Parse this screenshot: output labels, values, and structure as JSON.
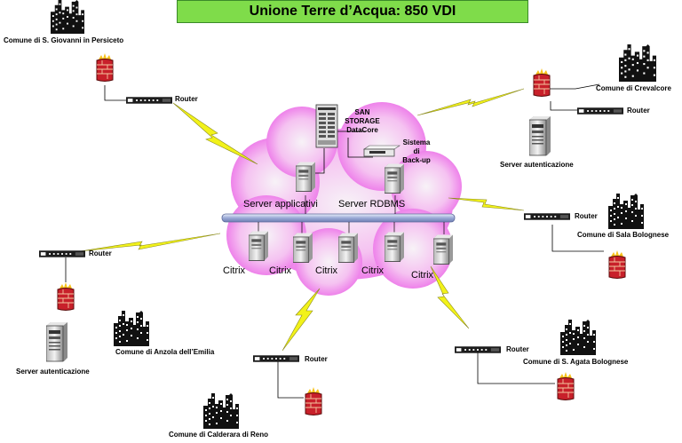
{
  "title": "Unione Terre d’Acqua: 850 VDI",
  "colors": {
    "title_bg": "#7fdc4a",
    "cloud": "#f06ef0",
    "lightning": "#f2f21a",
    "firewall": "#c8202a",
    "bus": "#b9c6e6"
  },
  "sites": {
    "persiceto": {
      "name": "Comune di S. Giovanni in Persiceto",
      "router": "Router"
    },
    "crevalcore": {
      "name": "Comune di Crevalcore",
      "router": "Router",
      "server": "Server autenticazione"
    },
    "sala": {
      "name": "Comune di Sala Bolognese",
      "router": "Router"
    },
    "anzola": {
      "name": "Comune di Anzola dell’Emilia",
      "router": "Router",
      "server": "Server autenticazione"
    },
    "calderara": {
      "name": "Comune di Calderara di Reno",
      "router": "Router"
    },
    "agata": {
      "name": "Comune di S. Agata Bolognese",
      "router": "Router"
    }
  },
  "datacenter": {
    "san_storage": [
      "SAN",
      "STORAGE",
      "DataCore"
    ],
    "backup": [
      "Sistema",
      "di",
      "Back-up"
    ],
    "server_app": "Server applicativi",
    "server_rdbms": "Server RDBMS",
    "citrix": [
      "Citrix",
      "Citrix",
      "Citrix",
      "Citrix",
      "Citrix"
    ]
  },
  "icons": [
    "building-icon",
    "firewall-icon",
    "router-icon",
    "server-tower-icon",
    "lightning-link-icon",
    "cloud-icon"
  ]
}
